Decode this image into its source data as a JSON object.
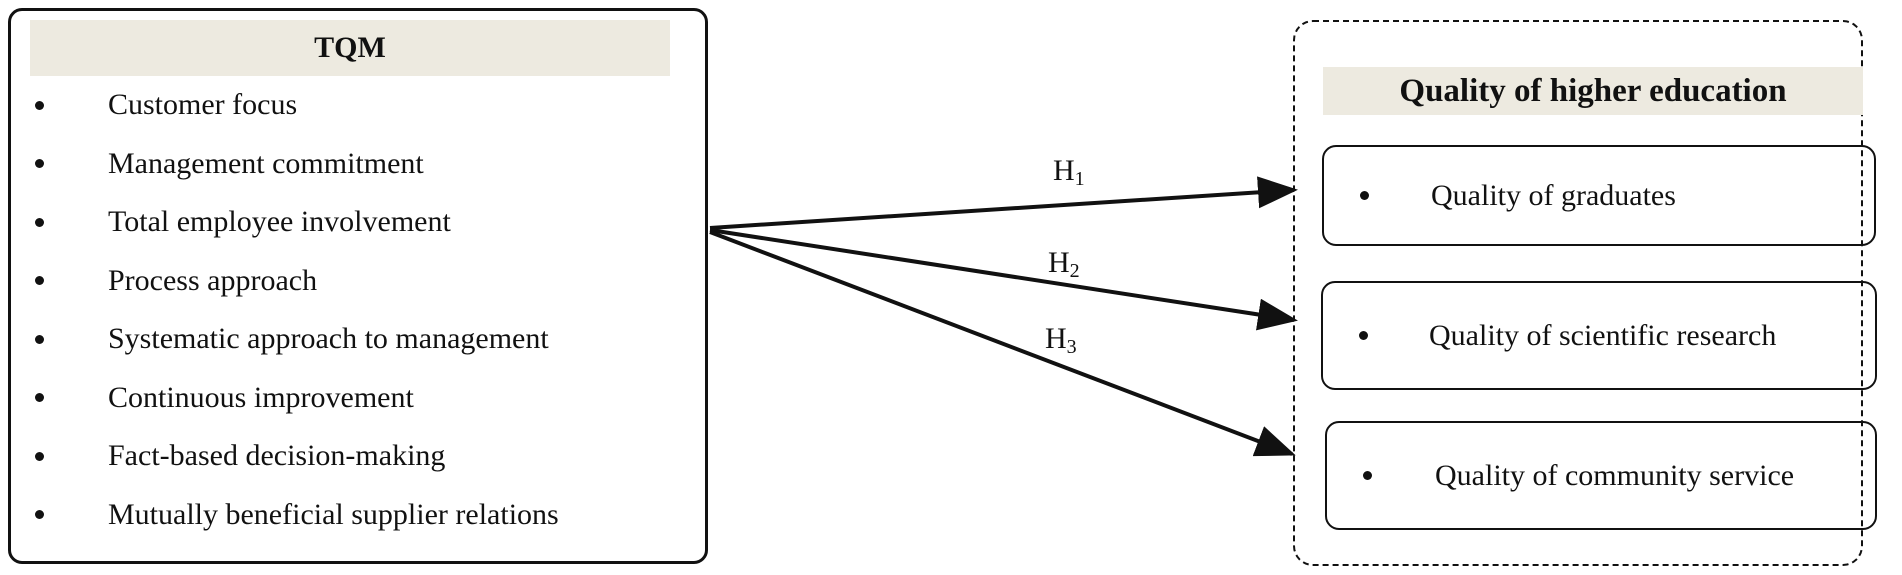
{
  "tqm": {
    "title": "TQM",
    "items": [
      "Customer focus",
      "Management commitment",
      "Total employee involvement",
      "Process approach",
      "Systematic approach to management",
      "Continuous improvement",
      "Fact-based decision-making",
      "Mutually beneficial supplier relations"
    ]
  },
  "quality": {
    "title": "Quality of higher education",
    "items": [
      "Quality of graduates",
      "Quality of scientific research",
      "Quality of community service"
    ]
  },
  "hypotheses": [
    {
      "letter": "H",
      "index": "1"
    },
    {
      "letter": "H",
      "index": "2"
    },
    {
      "letter": "H",
      "index": "3"
    }
  ]
}
